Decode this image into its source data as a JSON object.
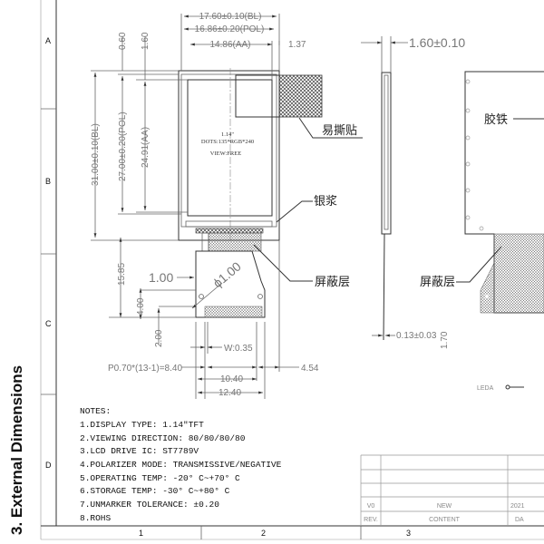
{
  "section_title": "3. External Dimensions",
  "grid": {
    "rows": [
      "A",
      "B",
      "C",
      "D"
    ],
    "columns": [
      "1",
      "2",
      "3"
    ]
  },
  "front_view": {
    "dims": {
      "bl_width": "17.60±0.10(BL)",
      "pol_width": "16.86±0.20(POL)",
      "aa_width": "14.86(AA)",
      "right_offset": "1.37",
      "top_060": "0.60",
      "top_160": "1.60",
      "bl_height": "31.00±0.10(BL)",
      "pol_height": "27.00±0.20(POL)",
      "aa_height": "24.91(AA)",
      "fpc_length": "15.85",
      "hole_offset": "1.00",
      "hole_diameter": "ϕ1.00",
      "dim_400": "4.00",
      "dim_200": "2.00",
      "pin_width": "W:0.35",
      "pitch": "P0.70*(13-1)=8.40",
      "dim_454": "4.54",
      "dim_1040": "10.40",
      "dim_1240": "12.40"
    },
    "screen_text": [
      "1.14\"",
      "DOTS:135*RGB*240",
      "VIEW:FREE"
    ],
    "labels": {
      "tear_tab": "易撕贴",
      "silver_paste": "银浆",
      "shield_layer": "屏蔽层"
    }
  },
  "side_view": {
    "thickness": "1.60±0.10",
    "fpc_thickness": "0.13±0.03",
    "dim_170": "1.70"
  },
  "back_view": {
    "labels": {
      "adhesive_frame": "胶铁",
      "shield_layer": "屏蔽层",
      "pin": "LEDA"
    }
  },
  "notes": {
    "title": "NOTES:",
    "items": [
      "1.DISPLAY TYPE:  1.14\"TFT",
      "2.VIEWING DIRECTION: 80/80/80/80",
      "3.LCD DRIVE IC: ST7789V",
      "4.POLARIZER MODE: TRANSMISSIVE/NEGATIVE",
      "5.OPERATING TEMP: -20° C~+70° C",
      "6.STORAGE TEMP: -30° C~+80° C",
      "7.UNMARKER TOLERANCE: ±0.20",
      "8.ROHS"
    ]
  },
  "title_block": {
    "rev_value": "V0",
    "content_value": "NEW",
    "date_value": "2021",
    "rev_header": "REV.",
    "content_header": "CONTENT",
    "date_header": "DA"
  }
}
